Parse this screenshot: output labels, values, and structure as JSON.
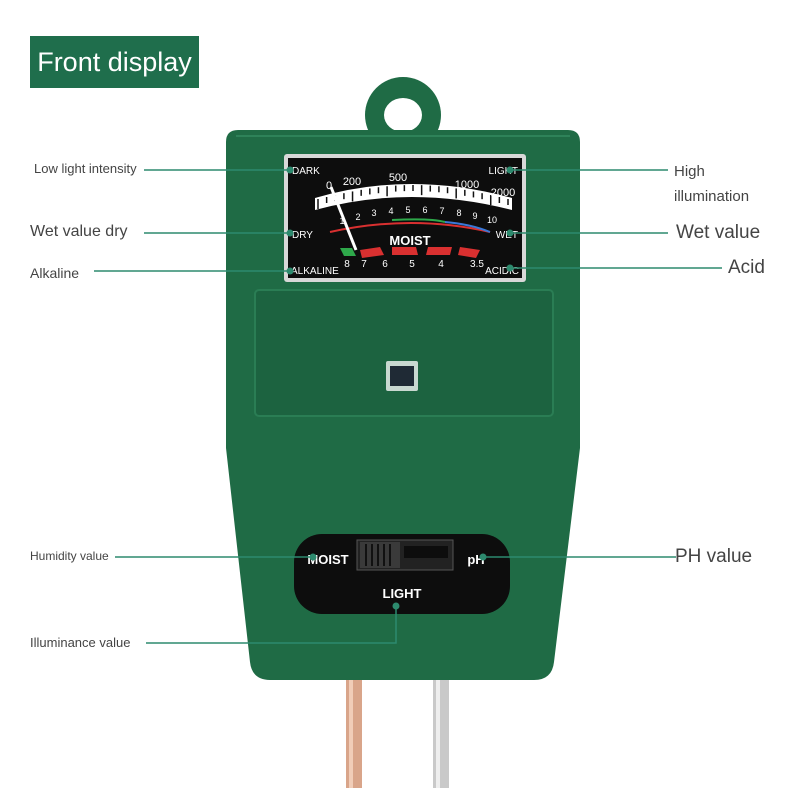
{
  "title": "Front display",
  "callouts": {
    "low_light": "Low light intensity",
    "high": "High",
    "illumination": "illumination",
    "wet_dry": "Wet value dry",
    "wet_value": "Wet value",
    "alkaline": "Alkaline",
    "acid": "Acid",
    "humidity": "Humidity value",
    "ph_value": "PH value",
    "illuminance": "Illuminance value"
  },
  "meter": {
    "dark": "DARK",
    "light": "LIGHT",
    "dry": "DRY",
    "wet": "WET",
    "alkaline": "ALKALINE",
    "acidic": "ACIDIC",
    "moist": "MOIST",
    "lux_scale": [
      "0",
      "200",
      "500",
      "1000",
      "2000"
    ],
    "moist_scale": [
      "1",
      "2",
      "3",
      "4",
      "5",
      "6",
      "7",
      "8",
      "9",
      "10"
    ],
    "ph_scale": [
      "8",
      "7",
      "6",
      "5",
      "4",
      "3.5"
    ]
  },
  "switch": {
    "moist": "MOIST",
    "ph": "pH",
    "light": "LIGHT"
  },
  "colors": {
    "body_green": "#1f6b45",
    "title_bg": "#1f6e4c",
    "callout_line": "#2d8a6e"
  }
}
